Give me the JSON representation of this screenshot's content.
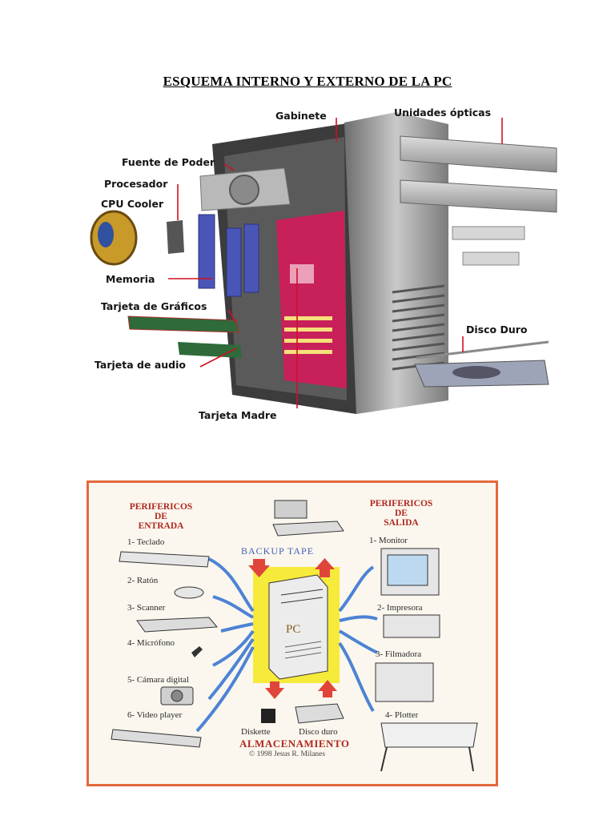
{
  "document": {
    "title": "ESQUEMA INTERNO Y EXTERNO DE LA PC"
  },
  "figure_internal": {
    "labels": {
      "gabinete": "Gabinete",
      "unidades_opticas": "Unidades ópticas",
      "fuente_de_poder": "Fuente de Poder",
      "procesador": "Procesador",
      "cpu_cooler": "CPU Cooler",
      "memoria": "Memoria",
      "tarjeta_graficos": "Tarjeta de Gráficos",
      "tarjeta_audio": "Tarjeta de audio",
      "disco_duro": "Disco Duro",
      "tarjeta_madre": "Tarjeta Madre"
    },
    "colors": {
      "motherboard": "#c8205a",
      "memory": "#4a55b8",
      "case": "#9a9a9a",
      "leader": "#d01020"
    }
  },
  "figure_peripherals": {
    "input_header_1": "PERIFERICOS",
    "input_header_2": "DE",
    "input_header_3": "ENTRADA",
    "output_header_1": "PERIFERICOS",
    "output_header_2": "DE",
    "output_header_3": "SALIDA",
    "inputs": [
      "1- Teclado",
      "2- Ratón",
      "3- Scanner",
      "4- Micrófono",
      "5- Cámara digital",
      "6- Video player"
    ],
    "outputs": [
      "1- Monitor",
      "2- Impresora",
      "3- Filmadora",
      "4- Plotter"
    ],
    "backup": "BACKUP TAPE",
    "pc": "PC",
    "diskette": "Diskette",
    "disco_duro": "Disco duro",
    "almacenamiento": "ALMACENAMIENTO",
    "copyright": "© 1998 Jesus R. Milanes",
    "colors": {
      "border": "#e4683e",
      "center_box": "#f6ea3a",
      "arrow": "#2f6fd0",
      "red_arrow": "#e0453a"
    }
  }
}
